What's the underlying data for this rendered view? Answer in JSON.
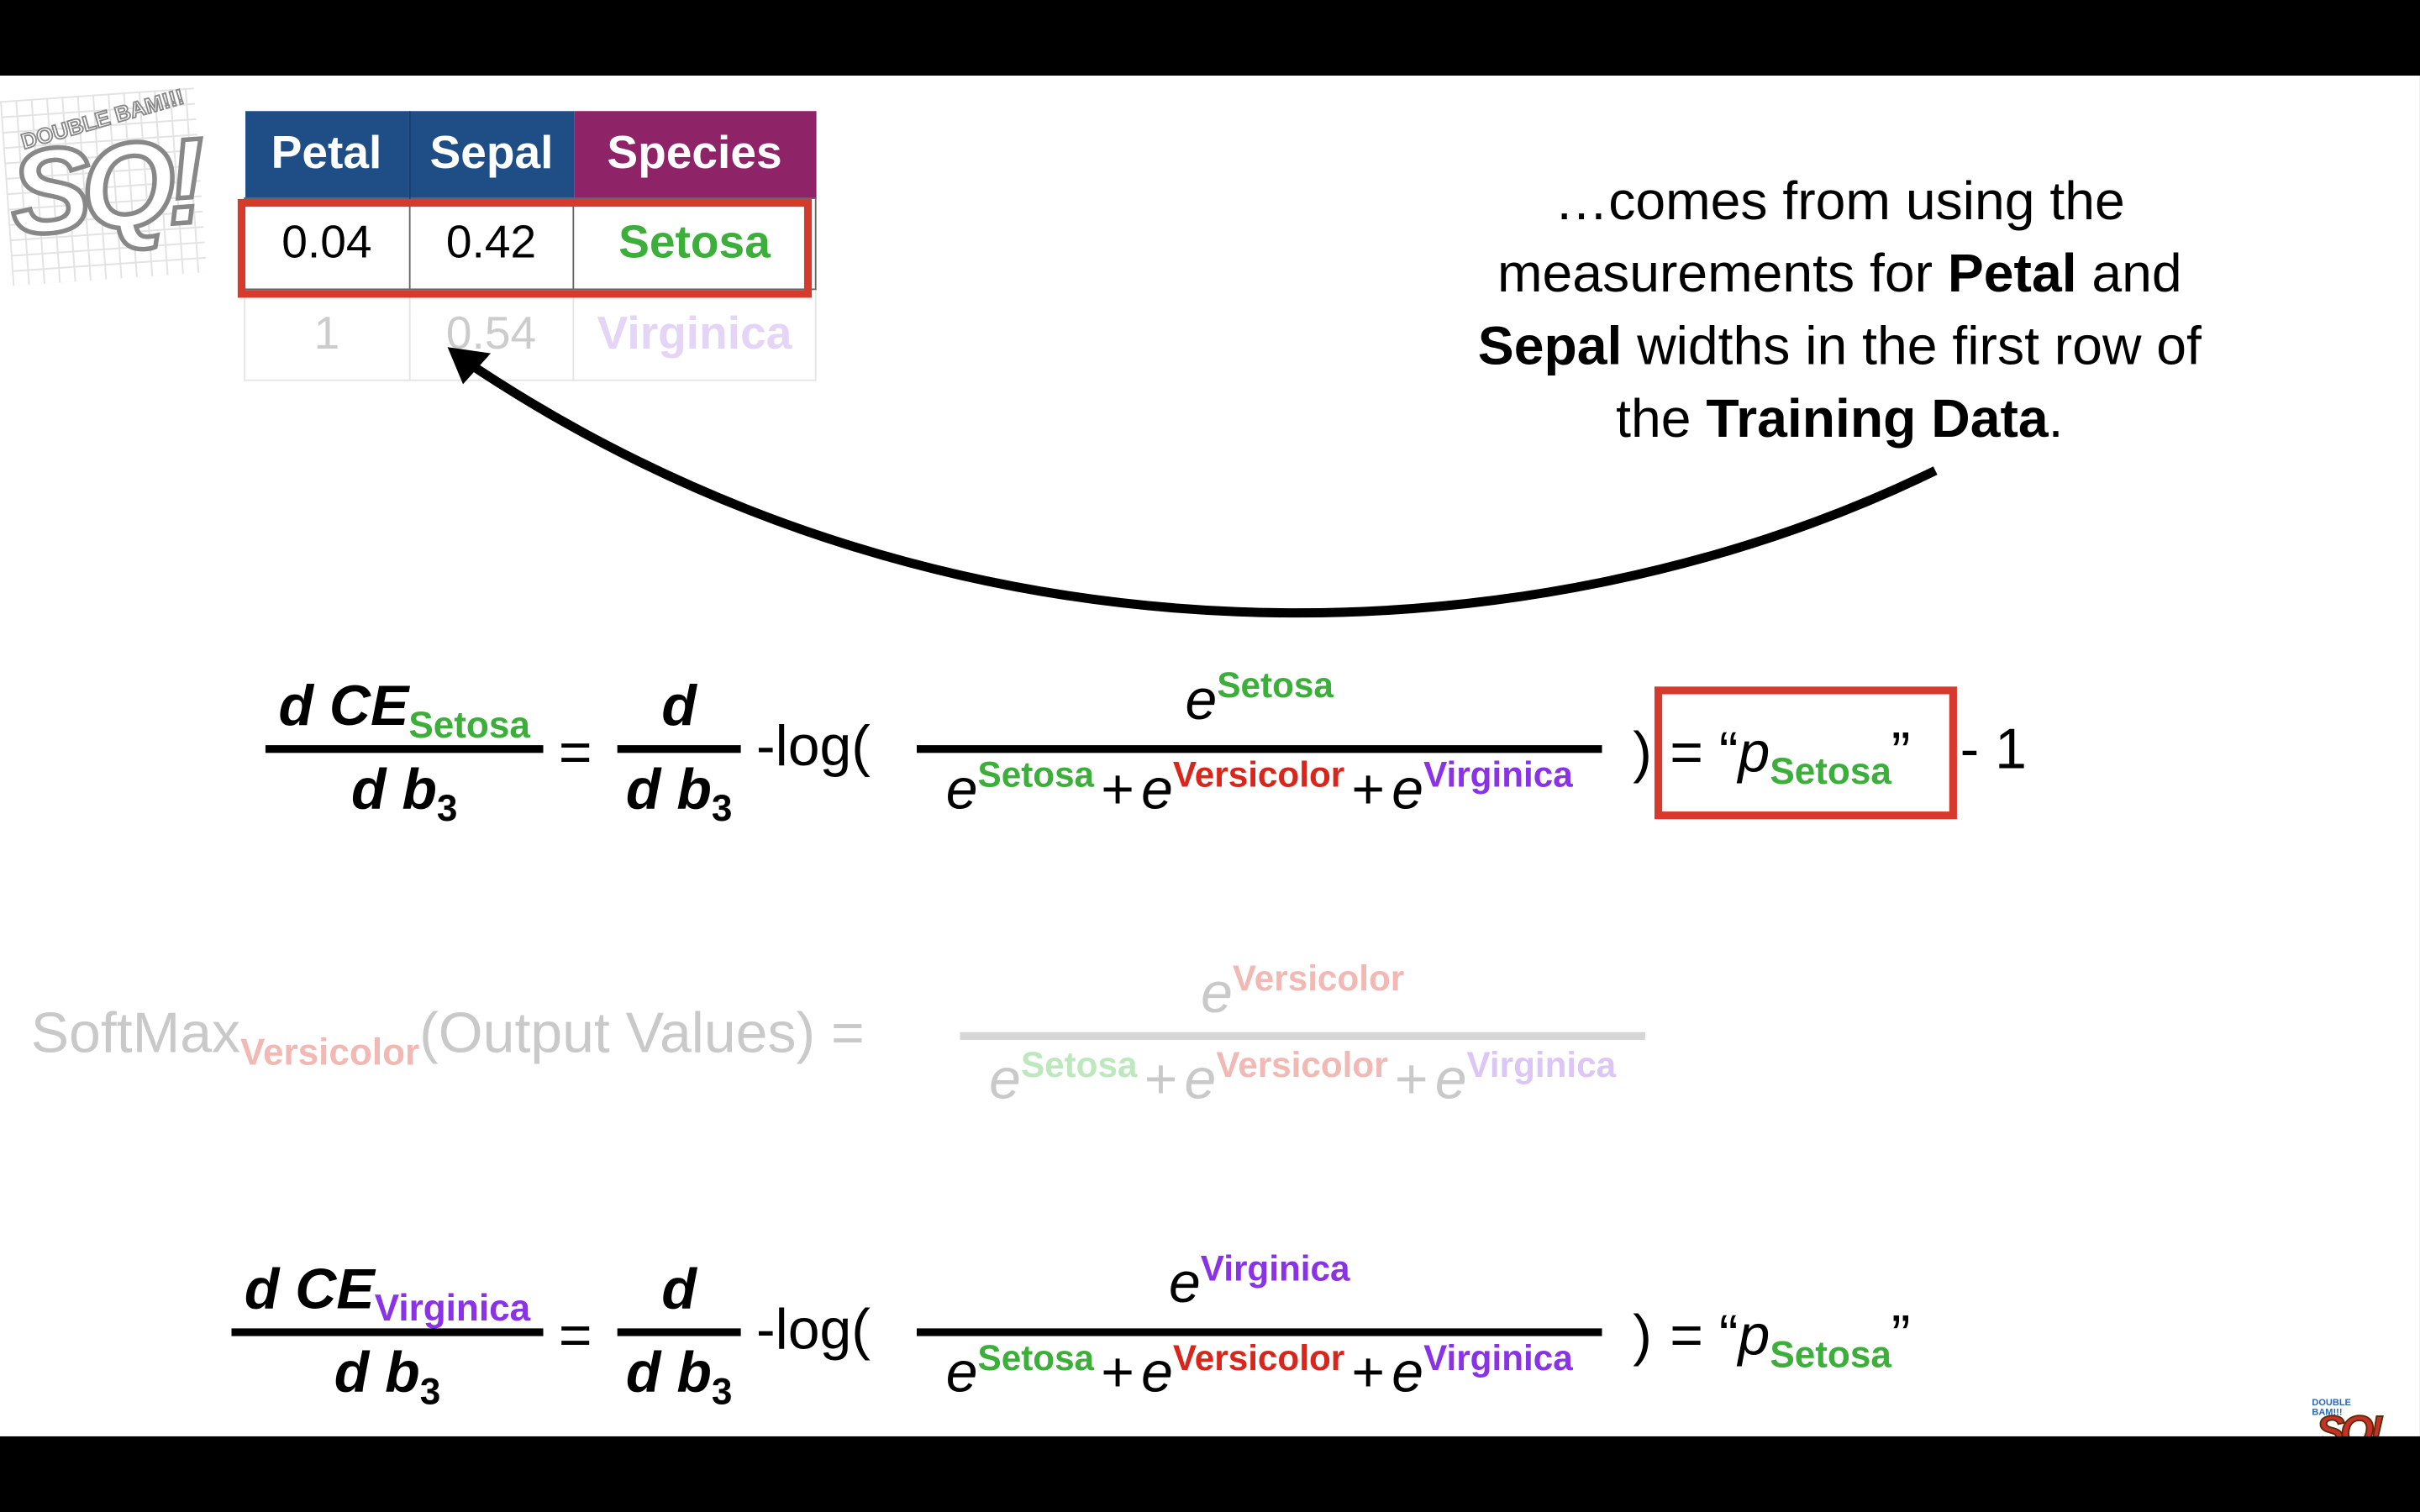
{
  "table": {
    "headers": [
      "Petal",
      "Sepal",
      "Species"
    ],
    "row1": {
      "petal": "0.04",
      "sepal": "0.42",
      "species": "Setosa"
    },
    "row2": {
      "petal": "1",
      "sepal": "0.54",
      "species": "Virginica"
    }
  },
  "annotation": {
    "l1": "…comes from using the",
    "l2a": "measurements for ",
    "l2b": "Petal",
    "l2c": " and",
    "l3a": "Sepal",
    "l3b": " widths in the first row of",
    "l4a": "the ",
    "l4b": "Training Data",
    "l4c": "."
  },
  "eq1": {
    "lhs_num": "d CE",
    "lhs_sub": "Setosa",
    "lhs_den": "d b",
    "den_sub": "3",
    "eq": "=",
    "d": "d",
    "log": "-log(",
    "e": "e",
    "setosa": "Setosa",
    "versicolor": "Versicolor",
    "virginica": "Virginica",
    "plus": "+",
    "close": ")",
    "result_open": "= “",
    "p": "p",
    "result_close": "”",
    "minus_one": "- 1"
  },
  "eq2": {
    "label": "SoftMax",
    "sub": "Versicolor",
    "rest": "(Output Values) =",
    "e": "e",
    "setosa": "Setosa",
    "versicolor": "Versicolor",
    "virginica": "Virginica",
    "plus": "+"
  },
  "eq3": {
    "lhs_num": "d CE",
    "lhs_sub": "Virginica",
    "lhs_den": "d b",
    "den_sub": "3",
    "eq": "=",
    "d": "d",
    "log": "-log(",
    "e": "e",
    "setosa": "Setosa",
    "versicolor": "Versicolor",
    "virginica": "Virginica",
    "plus": "+",
    "close": ")",
    "result_open": "= “",
    "p": "p",
    "result_sub": "Setosa",
    "result_close": "”"
  },
  "logo": {
    "main": "SQ!",
    "small": "DOUBLE BAM!!!"
  }
}
